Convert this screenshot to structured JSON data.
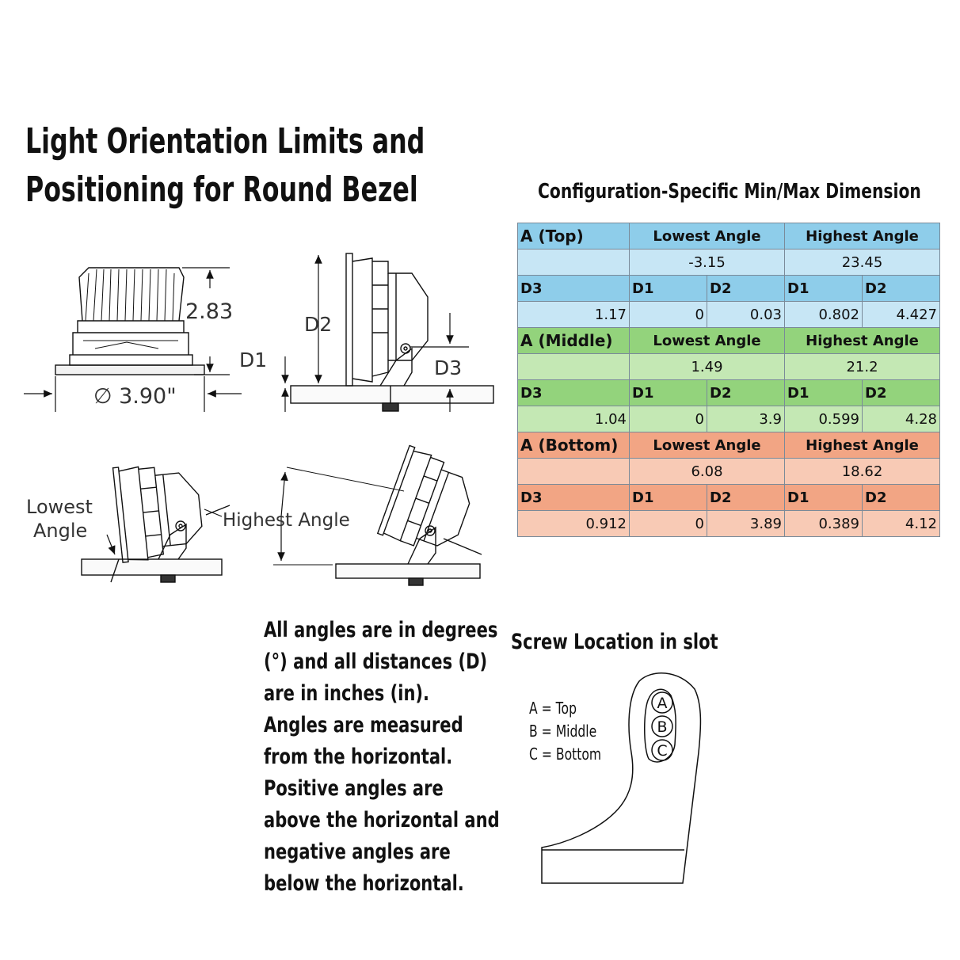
{
  "title": {
    "line1": "Light Orientation Limits and",
    "line2": "Positioning for Round Bezel"
  },
  "diagram": {
    "dim_height": "2.83",
    "dim_diameter": "∅ 3.90\"",
    "label_d1": "D1",
    "label_d2": "D2",
    "label_d3": "D3",
    "label_lowest_1": "Lowest",
    "label_lowest_2": "Angle",
    "label_highest": "Highest Angle"
  },
  "table": {
    "title": "Configuration-Specific Min/Max Dimension",
    "col_lowest": "Lowest Angle",
    "col_highest": "Highest Angle",
    "col_d3": "D3",
    "col_d1": "D1",
    "col_d2": "D2",
    "rows": [
      {
        "name": "A (Top)",
        "lowest_angle": "-3.15",
        "highest_angle": "23.45",
        "d3": "1.17",
        "low_d1": "0",
        "low_d2": "0.03",
        "high_d1": "0.802",
        "high_d2": "4.427"
      },
      {
        "name": "A (Middle)",
        "lowest_angle": "1.49",
        "highest_angle": "21.2",
        "d3": "1.04",
        "low_d1": "0",
        "low_d2": "3.9",
        "high_d1": "0.599",
        "high_d2": "4.28"
      },
      {
        "name": "A (Bottom)",
        "lowest_angle": "6.08",
        "highest_angle": "18.62",
        "d3": "0.912",
        "low_d1": "0",
        "low_d2": "3.89",
        "high_d1": "0.389",
        "high_d2": "4.12"
      }
    ]
  },
  "notes": {
    "lines": [
      "All angles are in degrees",
      "(°) and all distances (D)",
      "are in inches (in).",
      "Angles are measured",
      "from the horizontal.",
      "Positive angles are",
      "above the horizontal and",
      "negative angles are",
      "below the horizontal."
    ]
  },
  "screw": {
    "title": "Screw Location in slot",
    "legend": [
      "A = Top",
      "B = Middle",
      "C = Bottom"
    ],
    "holes": [
      "A",
      "B",
      "C"
    ]
  }
}
